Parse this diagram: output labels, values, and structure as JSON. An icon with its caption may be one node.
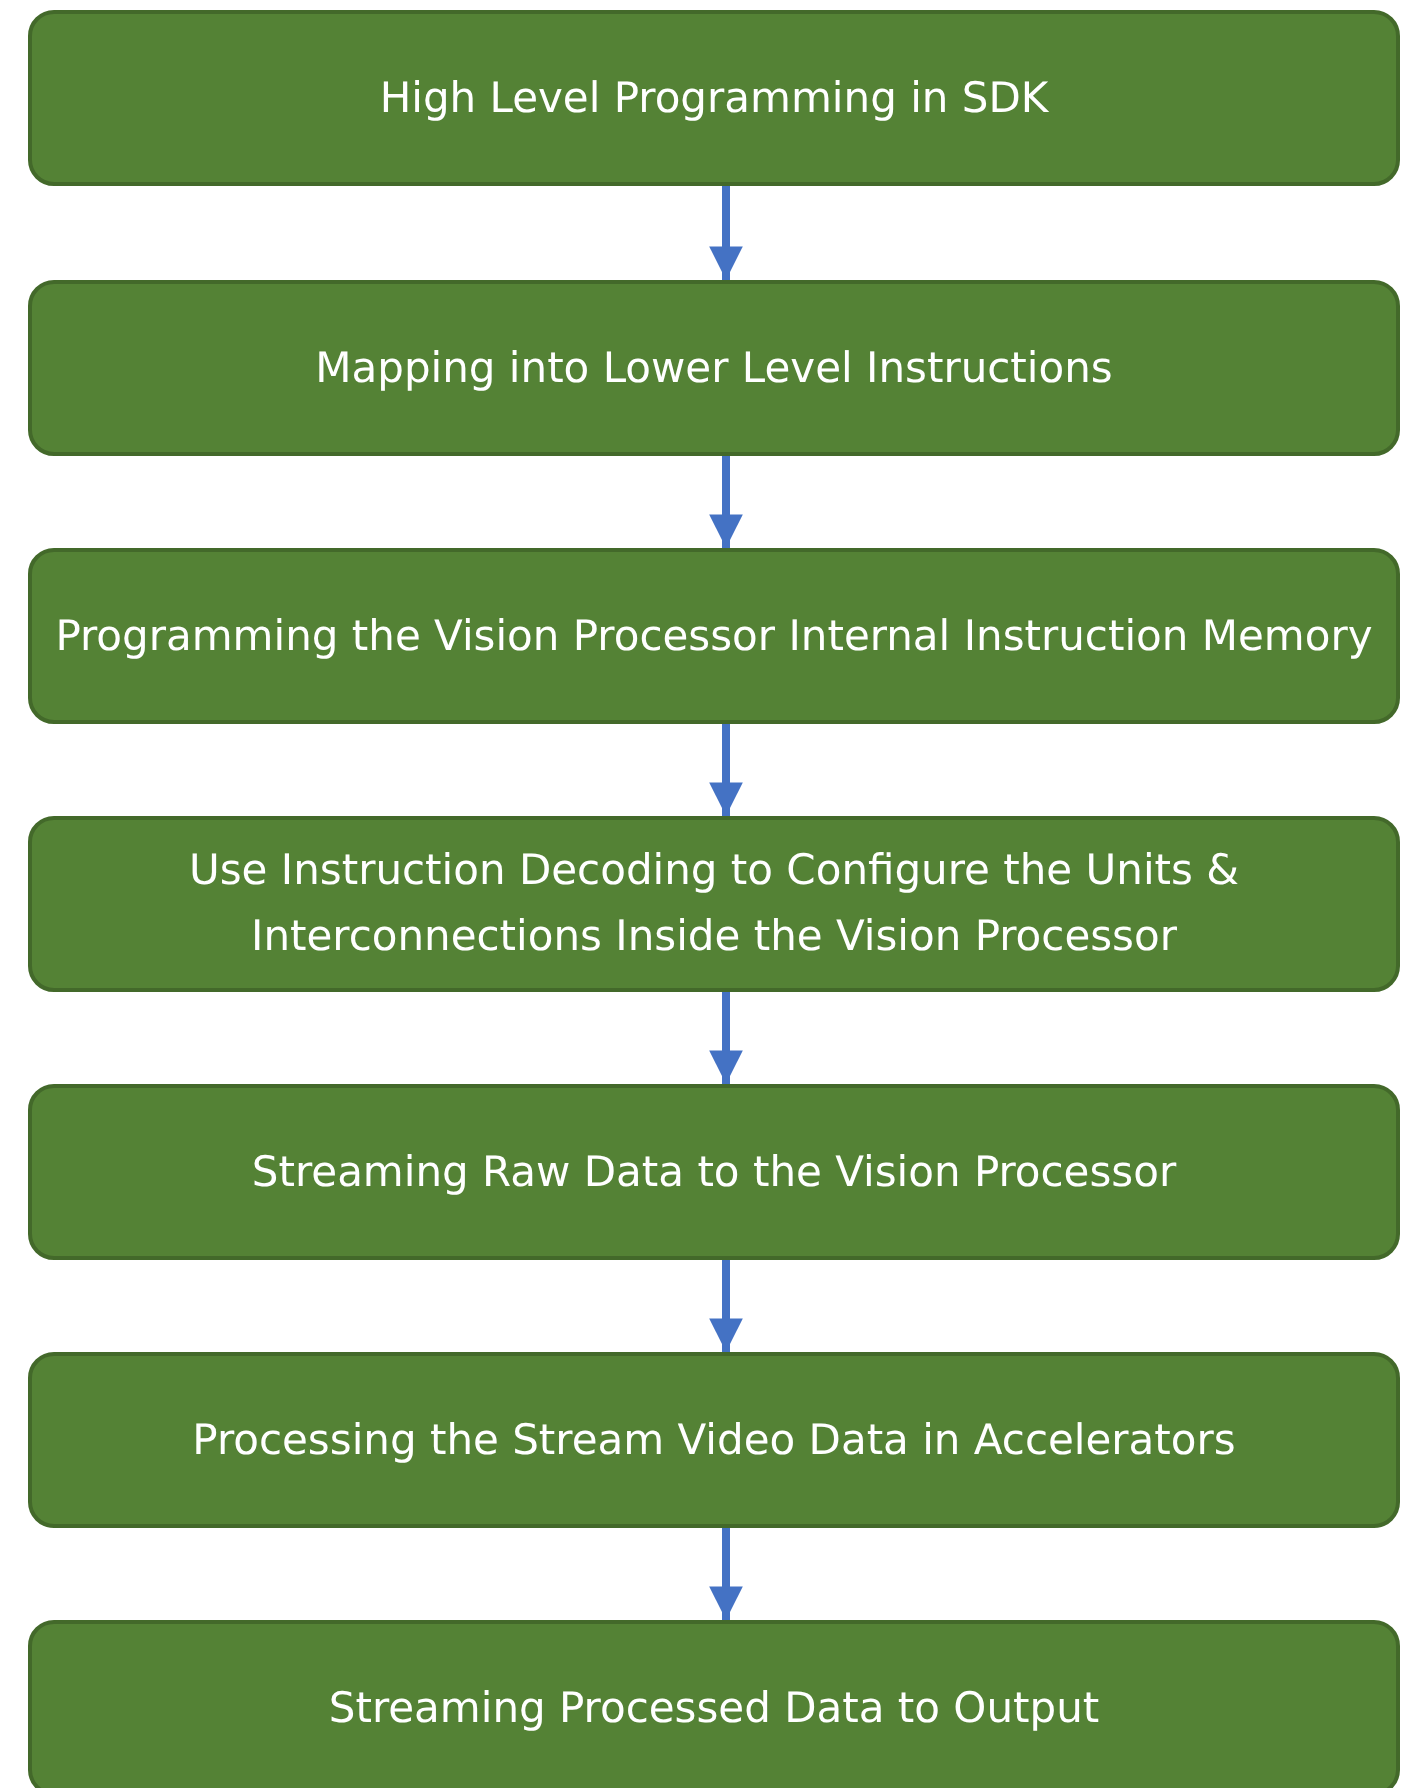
{
  "diagram": {
    "nodes": [
      {
        "text": [
          "High Level Programming in SDK"
        ]
      },
      {
        "text": [
          "Mapping into Lower Level Instructions"
        ]
      },
      {
        "text": [
          "Programming the Vision Processor Internal Instruction Memory"
        ]
      },
      {
        "text": [
          "Use Instruction Decoding to Configure the Units & Interconnections Inside the Vision Processor"
        ]
      },
      {
        "text": [
          "Streaming Raw Data to the Vision Processor"
        ]
      },
      {
        "text": [
          "Processing the Stream Video Data in Accelerators"
        ]
      },
      {
        "text": [
          "Streaming Processed Data to Output"
        ]
      }
    ],
    "edges": [
      {
        "from": 0,
        "to": 1,
        "arrow": "to"
      },
      {
        "from": 1,
        "to": 2,
        "arrow": "to"
      },
      {
        "from": 2,
        "to": 3,
        "arrow": "to"
      },
      {
        "from": 3,
        "to": 4,
        "arrow": "to"
      },
      {
        "from": 4,
        "to": 5,
        "arrow": "to"
      },
      {
        "from": 5,
        "to": 6,
        "arrow": "to"
      }
    ]
  }
}
